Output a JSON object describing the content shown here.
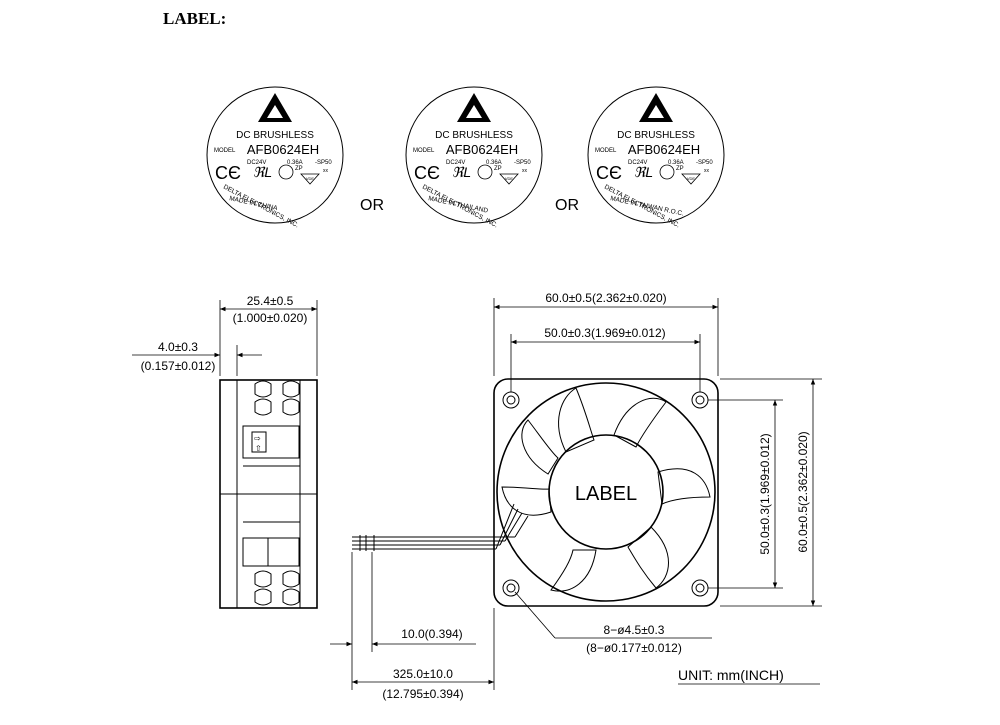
{
  "header": {
    "label_title": "LABEL:"
  },
  "labels": [
    {
      "title": "DC BRUSHLESS",
      "model_prefix": "MODEL",
      "model": "AFB0624EH",
      "voltage": "DC24V",
      "current": "0.36A",
      "suffix": "-SP50",
      "xx": "xx",
      "zp": "ZP",
      "vde": "VDE",
      "maker": "DELTA ELECTRONICS, INC.",
      "origin": "MADE IN CHINA"
    },
    {
      "title": "DC BRUSHLESS",
      "model_prefix": "MODEL",
      "model": "AFB0624EH",
      "voltage": "DC24V",
      "current": "0.36A",
      "suffix": "-SP50",
      "xx": "xx",
      "zp": "ZP",
      "vde": "VDE",
      "maker": "DELTA ELECTRONICS, INC.",
      "origin": "MADE IN THAILAND"
    },
    {
      "title": "DC BRUSHLESS",
      "model_prefix": "MODEL",
      "model": "AFB0624EH",
      "voltage": "DC24V",
      "current": "0.36A",
      "suffix": "-SP50",
      "xx": "xx",
      "zp": "ZP",
      "vde": "VDE",
      "maker": "DELTA ELECTRONICS, INC.",
      "origin": "MADE IN TAIWAN R.O.C."
    }
  ],
  "or_text": [
    "OR",
    "OR"
  ],
  "dimensions": {
    "depth_mm": "25.4±0.5",
    "depth_in": "(1.000±0.020)",
    "flange_mm": "4.0±0.3",
    "flange_in": "(0.157±0.012)",
    "width_total": "60.0±0.5(2.362±0.020)",
    "hole_spacing": "50.0±0.3(1.969±0.012)",
    "height_hole": "50.0±0.3(1.969±0.012)",
    "height_total": "60.0±0.5(2.362±0.020)",
    "wire_strip": "10.0(0.394)",
    "holes_mm": "8−ø4.5±0.3",
    "holes_in": "(8−ø0.177±0.012)",
    "wire_len_mm": "325.0±10.0",
    "wire_len_in": "(12.795±0.394)"
  },
  "hub_label": "LABEL",
  "unit": "UNIT:  mm(INCH)"
}
